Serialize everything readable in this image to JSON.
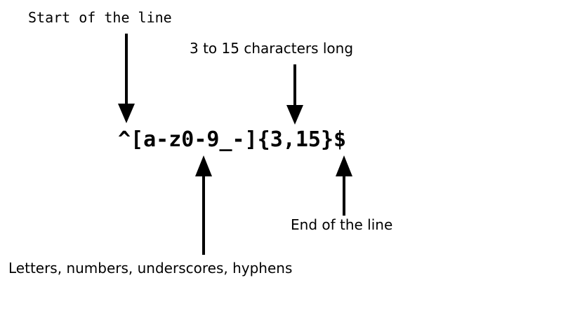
{
  "diagram": {
    "type": "regex-annotation",
    "pattern": "^[a-z0-9_-]{3,15}$",
    "annotations": [
      {
        "id": "start-of-line",
        "text": "Start of the line",
        "font": "mono",
        "arrow": "down"
      },
      {
        "id": "length-range",
        "text": "3 to 15 characters long",
        "font": "sans",
        "arrow": "down"
      },
      {
        "id": "end-of-line",
        "text": "End of the line",
        "font": "sans",
        "arrow": "up"
      },
      {
        "id": "allowed-characters",
        "text": "Letters, numbers, underscores, hyphens",
        "font": "sans",
        "arrow": "up"
      }
    ],
    "colors": {
      "background": "#ffffff",
      "ink": "#000000"
    }
  }
}
